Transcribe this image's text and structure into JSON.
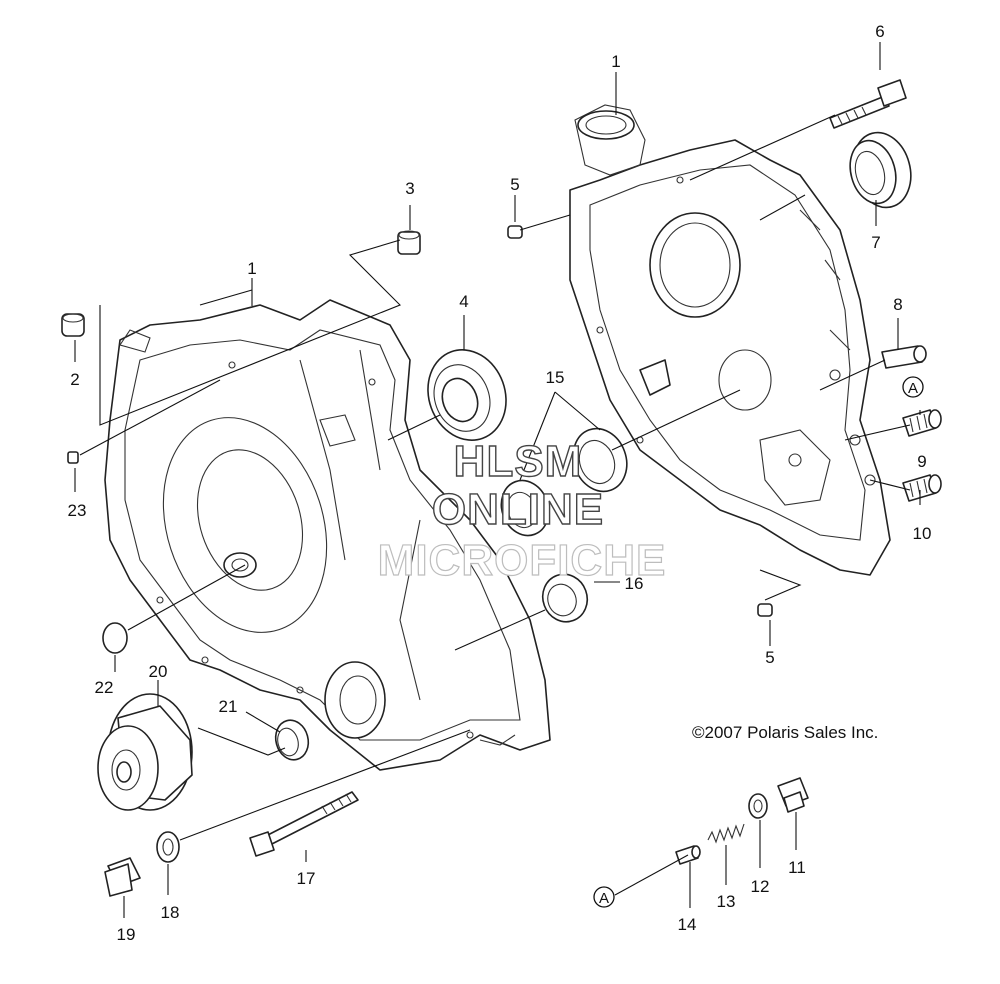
{
  "watermark": {
    "line1": "HLSM",
    "line2": "ONLINE",
    "line3": "MICROFICHE"
  },
  "copyright": "©2007 Polaris Sales Inc.",
  "callouts": {
    "c1_right": "1",
    "c1_left": "1",
    "c2": "2",
    "c3": "3",
    "c4": "4",
    "c5_top": "5",
    "c5_bottom": "5",
    "c6": "6",
    "c7": "7",
    "c8": "8",
    "c9": "9",
    "c10": "10",
    "c11": "11",
    "c12": "12",
    "c13": "13",
    "c14": "14",
    "c15": "15",
    "c16": "16",
    "c17": "17",
    "c18": "18",
    "c19": "19",
    "c20": "20",
    "c21": "21",
    "c22": "22",
    "c23": "23",
    "marker_a_top": "A",
    "marker_a_bottom": "A"
  }
}
